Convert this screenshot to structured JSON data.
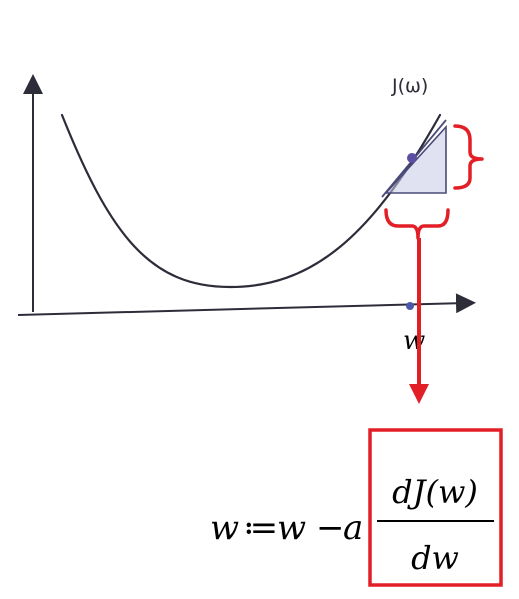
{
  "diagram": {
    "curve_label": "J(ω)",
    "x_axis_label": "w",
    "equation": {
      "lhs": "w",
      "assign": "≔",
      "w": "w",
      "minus": "−",
      "a": "a",
      "numerator": "dJ(w)",
      "denominator": "dw"
    },
    "colors": {
      "sketch": "#2d2d3a",
      "highlight": "#e21f26",
      "point": "#5a4fa0",
      "triangle_fill": "#c9cbe6"
    }
  }
}
